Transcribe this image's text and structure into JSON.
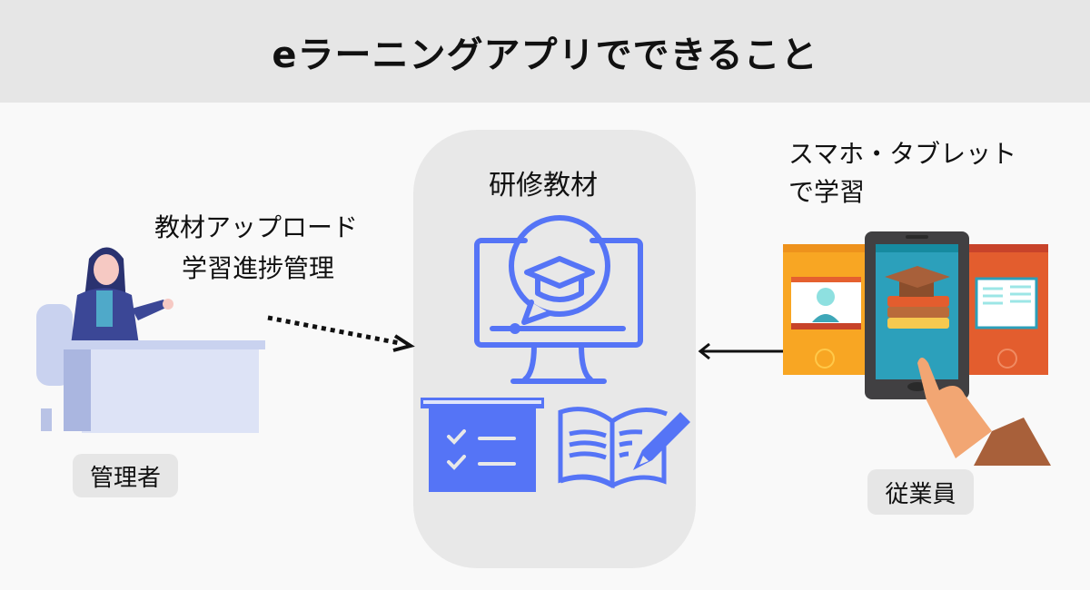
{
  "header": {
    "title": "eラーニングアプリでできること"
  },
  "center": {
    "title": "研修教材"
  },
  "left": {
    "line1": "教材アップロード",
    "line2": "学習進捗管理",
    "badge": "管理者"
  },
  "right": {
    "line1": "スマホ・タブレット",
    "line2": "で学習",
    "badge": "従業員"
  },
  "colors": {
    "accent": "#5574f6",
    "header_bg": "#e6e6e6",
    "panel_bg": "#e8e8e8"
  }
}
